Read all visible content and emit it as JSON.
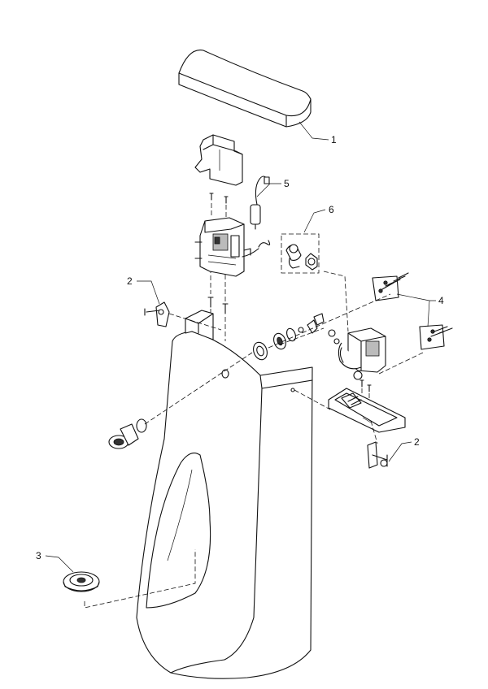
{
  "callouts": [
    {
      "id": "1",
      "label": "1"
    },
    {
      "id": "2a",
      "label": "2"
    },
    {
      "id": "2b",
      "label": "2"
    },
    {
      "id": "3",
      "label": "3"
    },
    {
      "id": "4",
      "label": "4"
    },
    {
      "id": "5",
      "label": "5"
    },
    {
      "id": "6",
      "label": "6"
    }
  ]
}
